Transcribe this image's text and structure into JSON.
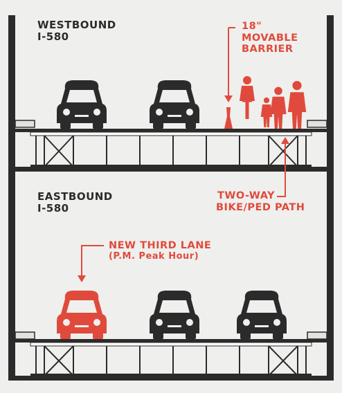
{
  "labels": {
    "westbound_line1": "WESTBOUND",
    "westbound_line2": "I-580",
    "eastbound_line1": "EASTBOUND",
    "eastbound_line2": "I-580",
    "barrier_line1": "18\"",
    "barrier_line2": "MOVABLE",
    "barrier_line3": "BARRIER",
    "path_line1": "TWO-WAY",
    "path_line2": "BIKE/PED PATH",
    "lane_line1": "NEW THIRD LANE",
    "lane_line2": "(P.M. Peak Hour)"
  },
  "colors": {
    "background": "#efefed",
    "structure": "#2b2b2b",
    "highlight": "#e04a3c"
  },
  "icons": {
    "car": "car-front-icon",
    "person": "person-icon",
    "cyclist": "cyclist-icon",
    "barrier": "barrier-icon"
  }
}
